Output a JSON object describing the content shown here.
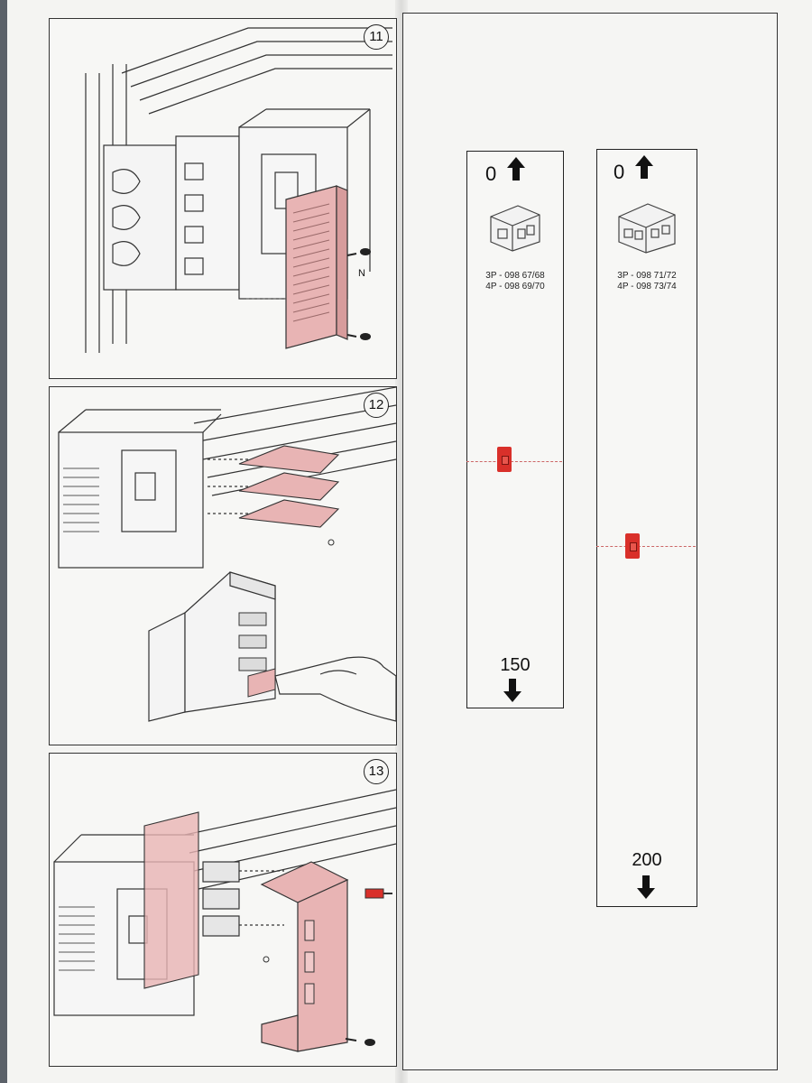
{
  "steps": [
    {
      "number": "11",
      "label_n": "N"
    },
    {
      "number": "12"
    },
    {
      "number": "13"
    }
  ],
  "templates": [
    {
      "top_value": "0",
      "codes": [
        "3P - 098 67/68",
        "4P - 098 69/70"
      ],
      "bottom_value": "150"
    },
    {
      "top_value": "0",
      "codes": [
        "3P - 098 71/72",
        "4P - 098 73/74"
      ],
      "bottom_value": "200"
    }
  ],
  "colors": {
    "accent_red": "#d9302a",
    "cover_pink": "#e8b4b4",
    "line": "#333333"
  },
  "icons": [
    "arrow-up-icon",
    "arrow-down-icon",
    "screw-icon",
    "hand-icon"
  ]
}
